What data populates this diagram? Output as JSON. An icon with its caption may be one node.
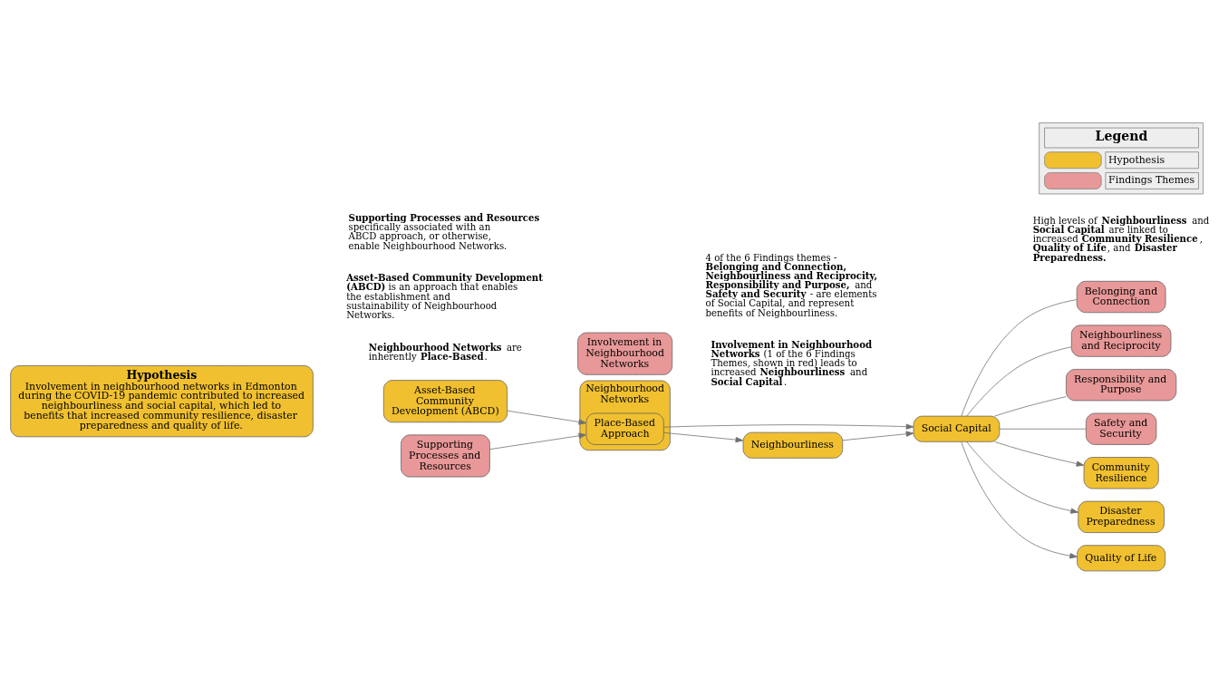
{
  "diagram": {
    "nodes": [
      {
        "text": [
          "Hypothesis",
          "Involvement in neighbourhood networks in Edmonton during the COVID-19 pandemic contributed to increased neighbourliness and social capital, which led to benefits that increased community resilience, disaster preparedness and quality of life."
        ]
      },
      {
        "text": [
          "Involvement in Neighbourhood Networks"
        ]
      },
      {
        "text": [
          "Neighbourhood Networks"
        ]
      },
      {
        "text": [
          "Place-Based Approach"
        ],
        "in": 2
      },
      {
        "text": [
          "Asset-Based Community Development (ABCD)"
        ]
      },
      {
        "text": [
          "Supporting Processes and Resources"
        ]
      },
      {
        "text": [
          "Social Capital"
        ]
      },
      {
        "text": [
          "Neighbourliness"
        ]
      },
      {
        "text": [
          "Belonging and Connection"
        ]
      },
      {
        "text": [
          "Neighbourliness and Reciprocity"
        ]
      },
      {
        "text": [
          "Responsibility and Purpose"
        ]
      },
      {
        "text": [
          "Safety and Security"
        ]
      },
      {
        "text": [
          "Community Resilience"
        ]
      },
      {
        "text": [
          "Disaster Preparedness"
        ]
      },
      {
        "text": [
          "Quality of Life"
        ]
      }
    ],
    "edges": [
      {
        "from": 4,
        "to": 3,
        "arrow": "to"
      },
      {
        "from": 5,
        "to": 3,
        "arrow": "to"
      },
      {
        "from": 3,
        "to": 6,
        "arrow": "to"
      },
      {
        "from": 3,
        "to": 7,
        "arrow": "to"
      },
      {
        "from": 7,
        "to": 6,
        "arrow": "to"
      },
      {
        "from": 6,
        "to": 8,
        "arrow": "none"
      },
      {
        "from": 6,
        "to": 9,
        "arrow": "none"
      },
      {
        "from": 6,
        "to": 10,
        "arrow": "none"
      },
      {
        "from": 6,
        "to": 11,
        "arrow": "none"
      },
      {
        "from": 6,
        "to": 12,
        "arrow": "to"
      },
      {
        "from": 6,
        "to": 13,
        "arrow": "to"
      },
      {
        "from": 6,
        "to": 14,
        "arrow": "to"
      }
    ],
    "labels": [
      "**Neighbourhood Networks** are inherently **Place-Based**.",
      "**Asset-Based Community Development (ABCD)** is an approach that enables the establishment and sustainability of Neighbourhood Networks.",
      "**Supporting Processes and Resources** specifically associated with an ABCD approach, or otherwise, enable Neighbourhood Networks.",
      "**Involvement in Neighbourhood Networks** (1 of the 6 Findings Themes, shown in red) leads to increased **Neighbourliness** and **Social Capital**.",
      "4 of the 6 Findings themes - **Belonging and Connection, Neighbourliness and Reciprocity, Responsibility and Purpose,** and **Safety and Security** - are elements of Social Capital, and represent benefits of Neighbourliness.",
      "High levels of **Neighbourliness** and **Social Capital** are linked to increased **Community Resilience**, **Quality of Life**, and **Disaster Preparedness.**",
      "Legend"
    ],
    "legend": [
      {
        "text": "Hypothesis",
        "color": "#f0c030"
      },
      {
        "text": "Findings Themes",
        "color": "#e89898"
      }
    ]
  }
}
